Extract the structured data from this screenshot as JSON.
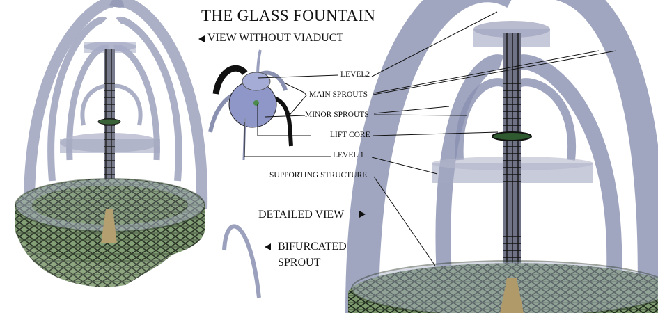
{
  "title": "THE GLASS FOUNTAIN",
  "view_without_viaduct": "VIEW WITHOUT VIADUCT",
  "detailed_view": "DETAILED VIEW",
  "bifurcated_sprout": [
    "BIFURCATED",
    "SPROUT"
  ],
  "labels": {
    "level2": "LEVEL2",
    "main_sprouts": "MAIN SPROUTS",
    "minor_sprouts": "MINOR SPROUTS",
    "lift_core": "LIFT CORE",
    "level1": "LEVEL 1",
    "supporting_structure": "SUPPORTING STRUCTURE"
  },
  "colors": {
    "glass": "#8c93b8",
    "truss": "#5f7a55",
    "core": "#2a2a2a",
    "disk": "#a6abc4"
  }
}
